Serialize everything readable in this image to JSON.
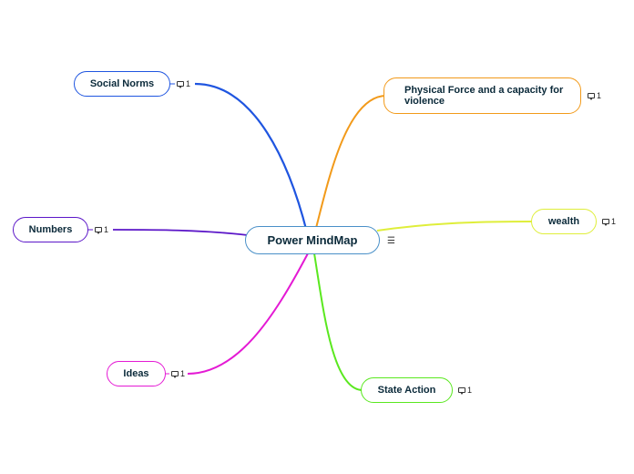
{
  "center": {
    "label": "Power MindMap",
    "menu_icon": "hamburger-menu-icon",
    "border_color": "#4a90c8"
  },
  "branches": [
    {
      "id": "social-norms",
      "label": "Social Norms",
      "color": "#1f55e0",
      "notes": "1"
    },
    {
      "id": "physical-force",
      "label": "Physical Force and a capacity for violence",
      "color": "#f29a1a",
      "notes": "1"
    },
    {
      "id": "wealth",
      "label": "wealth",
      "color": "#dfee3a",
      "notes": "1"
    },
    {
      "id": "numbers",
      "label": "Numbers",
      "color": "#5b16c8",
      "notes": "1"
    },
    {
      "id": "ideas",
      "label": "Ideas",
      "color": "#e41ad4",
      "notes": "1"
    },
    {
      "id": "state-action",
      "label": "State Action",
      "color": "#5ae81f",
      "notes": "1"
    }
  ],
  "note_icon": "comment-icon"
}
